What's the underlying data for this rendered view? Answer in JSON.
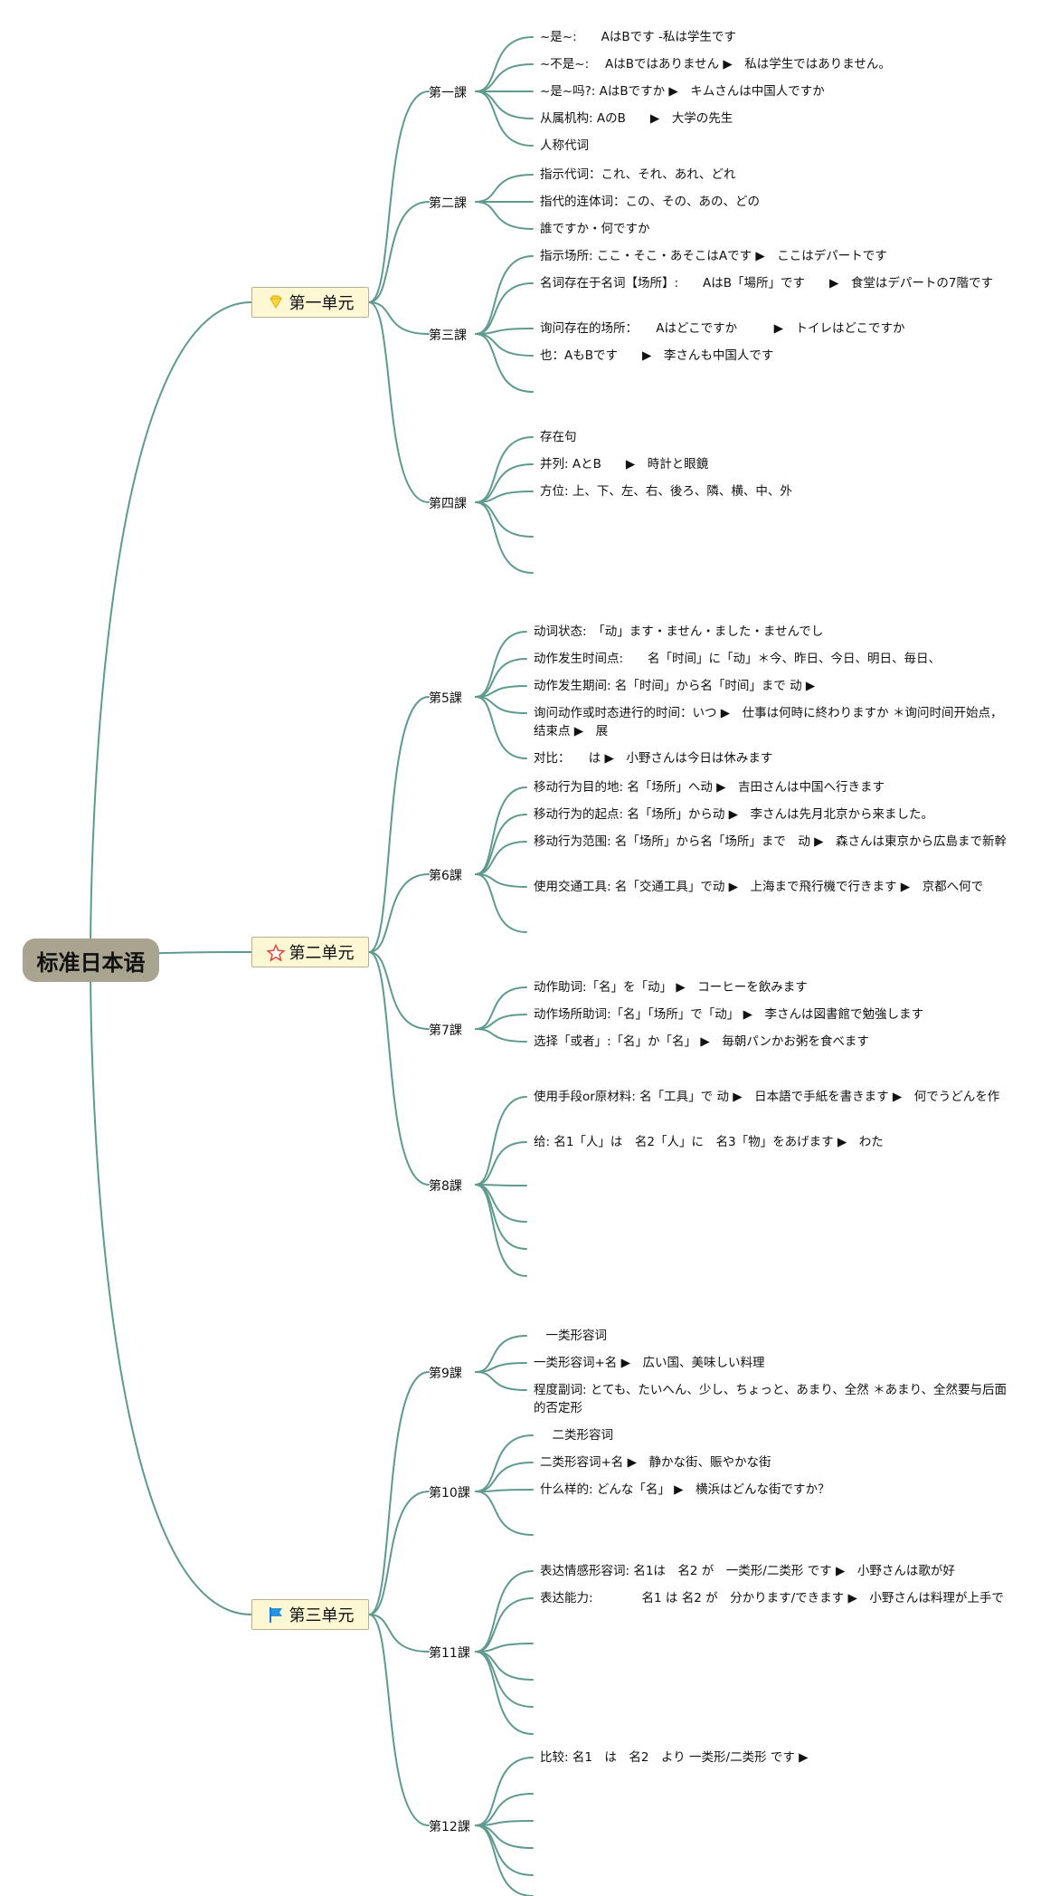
{
  "root": "标准日本语",
  "units": [
    {
      "label": "第一单元",
      "icon": "diamond-icon",
      "lessons": [
        {
          "label": "第一課",
          "items": [
            "~是~:　　AはBです -私は学生です",
            "~不是~:　 AはBではありません ▶　私は学生ではありません。",
            "~是~吗?: AはBですか ▶　キムさんは中国人ですか",
            "从属机构: AのB　　▶　大学の先生",
            "人称代词"
          ]
        },
        {
          "label": "第二課",
          "items": [
            "指示代词：これ、それ、あれ、どれ",
            "指代的连体词：この、その、あの、どの",
            "誰ですか・何ですか"
          ]
        },
        {
          "label": "第三課",
          "items": [
            "指示场所: ここ・そこ・あそこはAです ▶　ここはデパートです",
            "名词存在于名词【场所】:　　AはB「場所」です　　▶　食堂はデパートの7階です",
            "询问存在的场所：　　Aはどこですか　　　▶　トイレはどこですか",
            "也：AもBです　　▶　李さんも中国人です",
            ""
          ]
        },
        {
          "label": "第四課",
          "items": [
            "存在句",
            "并列: AとB　　▶　時計と眼鏡",
            "方位: 上、下、左、右、後ろ、隣、横、中、外",
            "",
            ""
          ]
        }
      ]
    },
    {
      "label": "第二单元",
      "icon": "star-icon",
      "lessons": [
        {
          "label": "第5課",
          "items": [
            "动词状态:　「动」ます・ません・ました・ませんでし",
            "动作发生时间点:　　名「时间」に「动」＊今、昨日、今日、明日、毎日、",
            "动作发生期间: 名「时间」から名「时间」まで 动 ▶",
            "询问动作或时态进行的时间：いつ ▶　仕事は何時に終わりますか ＊询问时间开始点，结束点 ▶　展",
            "对比：　　は ▶　小野さんは今日は休みます"
          ]
        },
        {
          "label": "第6課",
          "items": [
            "移动行为目的地: 名「场所」へ动 ▶　吉田さんは中国へ行きます",
            "移动行为的起点: 名「场所」から动 ▶　李さんは先月北京から来ました。",
            "移动行为范围: 名「场所」から名「场所」まで　动 ▶　森さんは東京から広島まで新幹",
            "使用交通工具: 名「交通工具」で动 ▶　上海まで飛行機で行きます ▶　京都へ何で",
            ""
          ]
        },
        {
          "label": "第7課",
          "items": [
            "动作助词:「名」を「动」 ▶　コーヒーを飲みます",
            "动作场所助词:「名」「场所」で「动」 ▶　李さんは図書館で勉強します",
            "选择「或者」:「名」か「名」 ▶　毎朝パンかお粥を食べます"
          ]
        },
        {
          "label": "第8課",
          "items": [
            "使用手段or原材料: 名「工具」で 动 ▶　日本語で手紙を書きます ▶　何でうどんを作",
            "给: 名1「人」は　名2「人」に　名3「物」をあげます ▶　わた",
            "",
            "",
            "",
            ""
          ]
        }
      ]
    },
    {
      "label": "第三单元",
      "icon": "flag-icon",
      "lessons": [
        {
          "label": "第9課",
          "items": [
            "　一类形容词",
            "一类形容词+名 ▶　広い国、美味しい料理",
            "程度副词: とても、たいへん、少し、ちょっと、あまり、全然 ＊あまり、全然要与后面的否定形"
          ]
        },
        {
          "label": "第10課",
          "items": [
            "　二类形容词",
            "二类形容词+名 ▶　静かな街、賑やかな街",
            "什么样的: どんな「名」 ▶　横浜はどんな街ですか？",
            ""
          ]
        },
        {
          "label": "第11課",
          "items": [
            "表达情感形容词: 名1は　名2 が　一类形/二类形 です ▶　小野さんは歌が好",
            "表达能力:　　　　名1 は 名2 が　分かります/できます ▶　小野さんは料理が上手で",
            "",
            "",
            "",
            ""
          ]
        },
        {
          "label": "第12課",
          "items": [
            "比较: 名1　は　名2　より 一类形/二类形 です ▶",
            "",
            "",
            "",
            "",
            ""
          ]
        }
      ]
    }
  ],
  "colors": {
    "edge": "#5f9a8e",
    "root_fill": "#a8a48f",
    "unit_fill": "#fdf7d3"
  }
}
